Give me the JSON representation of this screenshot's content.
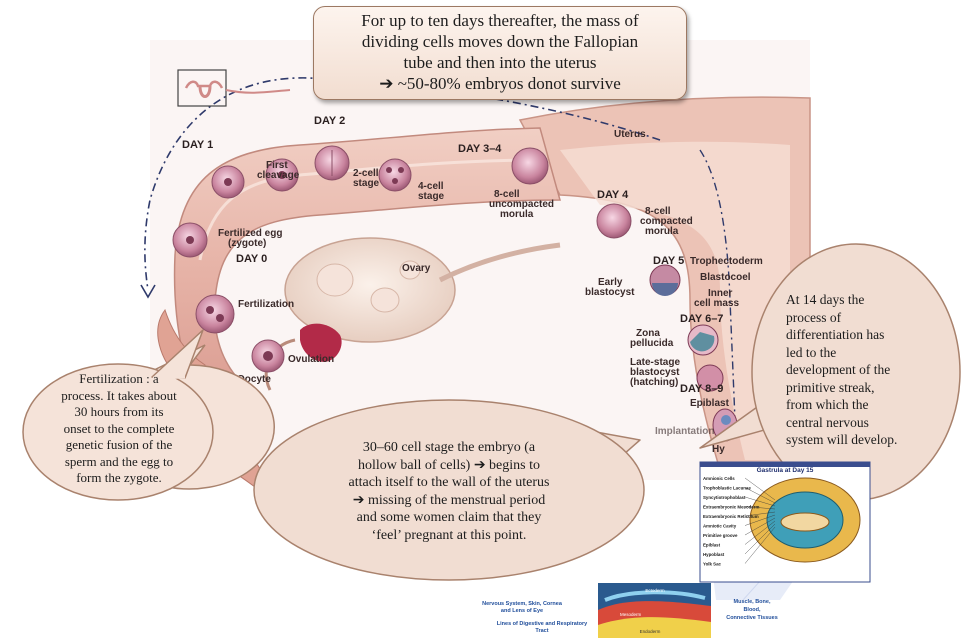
{
  "callouts": {
    "top": {
      "lines": [
        "For up to ten days thereafter, the mass of",
        "dividing cells moves down the Fallopian",
        "tube and then into the uterus",
        "➔ ~50-80% embryos donot survive"
      ]
    },
    "fertilization": {
      "lines": [
        "Fertilization : a",
        "process. It takes about",
        "30 hours from its",
        "onset to the complete",
        "genetic fusion of the",
        "sperm and the egg to",
        "form the zygote."
      ]
    },
    "attachment": {
      "lines": [
        "30–60 cell stage the embryo (a",
        "hollow ball of cells) ➔ begins to",
        "attach itself to the wall of the uterus",
        "➔ missing of the menstrual period",
        "and some women claim that they",
        "‘feel’ pregnant at this point."
      ]
    },
    "primitive_streak": {
      "lines": [
        "At 14 days the",
        "process of",
        "differentiation has",
        "led to the",
        "development of the",
        "primitive streak,",
        "from which the",
        "central nervous",
        "system will develop."
      ]
    }
  },
  "diagram": {
    "days": {
      "day1": "DAY 1",
      "day2": "DAY 2",
      "day34": "DAY 3–4",
      "day4": "DAY 4",
      "day5": "DAY 5",
      "day67": "DAY 6–7",
      "day89": "DAY 8–9",
      "day0": "DAY 0"
    },
    "labels": {
      "uterus": "Uterus",
      "first_cleavage": [
        "First",
        "cleavage"
      ],
      "two_cell": [
        "2-cell",
        "stage"
      ],
      "four_cell": [
        "4-cell",
        "stage"
      ],
      "eight_uncompacted": [
        "8-cell",
        "uncompacted",
        "morula"
      ],
      "eight_compacted": [
        "8-cell",
        "compacted",
        "morula"
      ],
      "zygote": [
        "Fertilized egg",
        "(zygote)"
      ],
      "fertilization": "Fertilization",
      "ovary": "Ovary",
      "ovulation": "Ovulation",
      "oocyte": "Oocyte",
      "early_blastocyst": [
        "Early",
        "blastocyst"
      ],
      "trophectoderm": "Trophectoderm",
      "blastocoel": "Blastocoel",
      "inner_cell_mass": [
        "Inner",
        "cell mass"
      ],
      "zona_pellucida": [
        "Zona",
        "pellucida"
      ],
      "late_blastocyst": [
        "Late-stage",
        "blastocyst",
        "(hatching)"
      ],
      "epiblast": "Epiblast",
      "implantation": "Implantation",
      "hypoblast": "Hy"
    },
    "gastrula": {
      "title": "Gastrula at Day 15",
      "labels": [
        "Amnionic Cells",
        "Trophoblastic Lacunae",
        "Syncytiotrophoblast",
        "Extraembryonic Mesoderm",
        "Extraembryonic Reticulum",
        "Amniotic Cavity",
        "Primitive groove",
        "Epiblast",
        "Hypoblast",
        "Yolk Sac"
      ]
    },
    "germ_layers": {
      "left_top": [
        "Nervous System, Skin, Cornea",
        "and Lens of Eye"
      ],
      "left_bottom": [
        "Lines of Digestive and Respiratory",
        "Tract"
      ],
      "right": [
        "Muscle, Bone,",
        "Blood,",
        "Connective Tissues"
      ],
      "ectoderm": "Ectoderm",
      "mesoderm": "Mesoderm",
      "endoderm": "Endoderm"
    }
  }
}
